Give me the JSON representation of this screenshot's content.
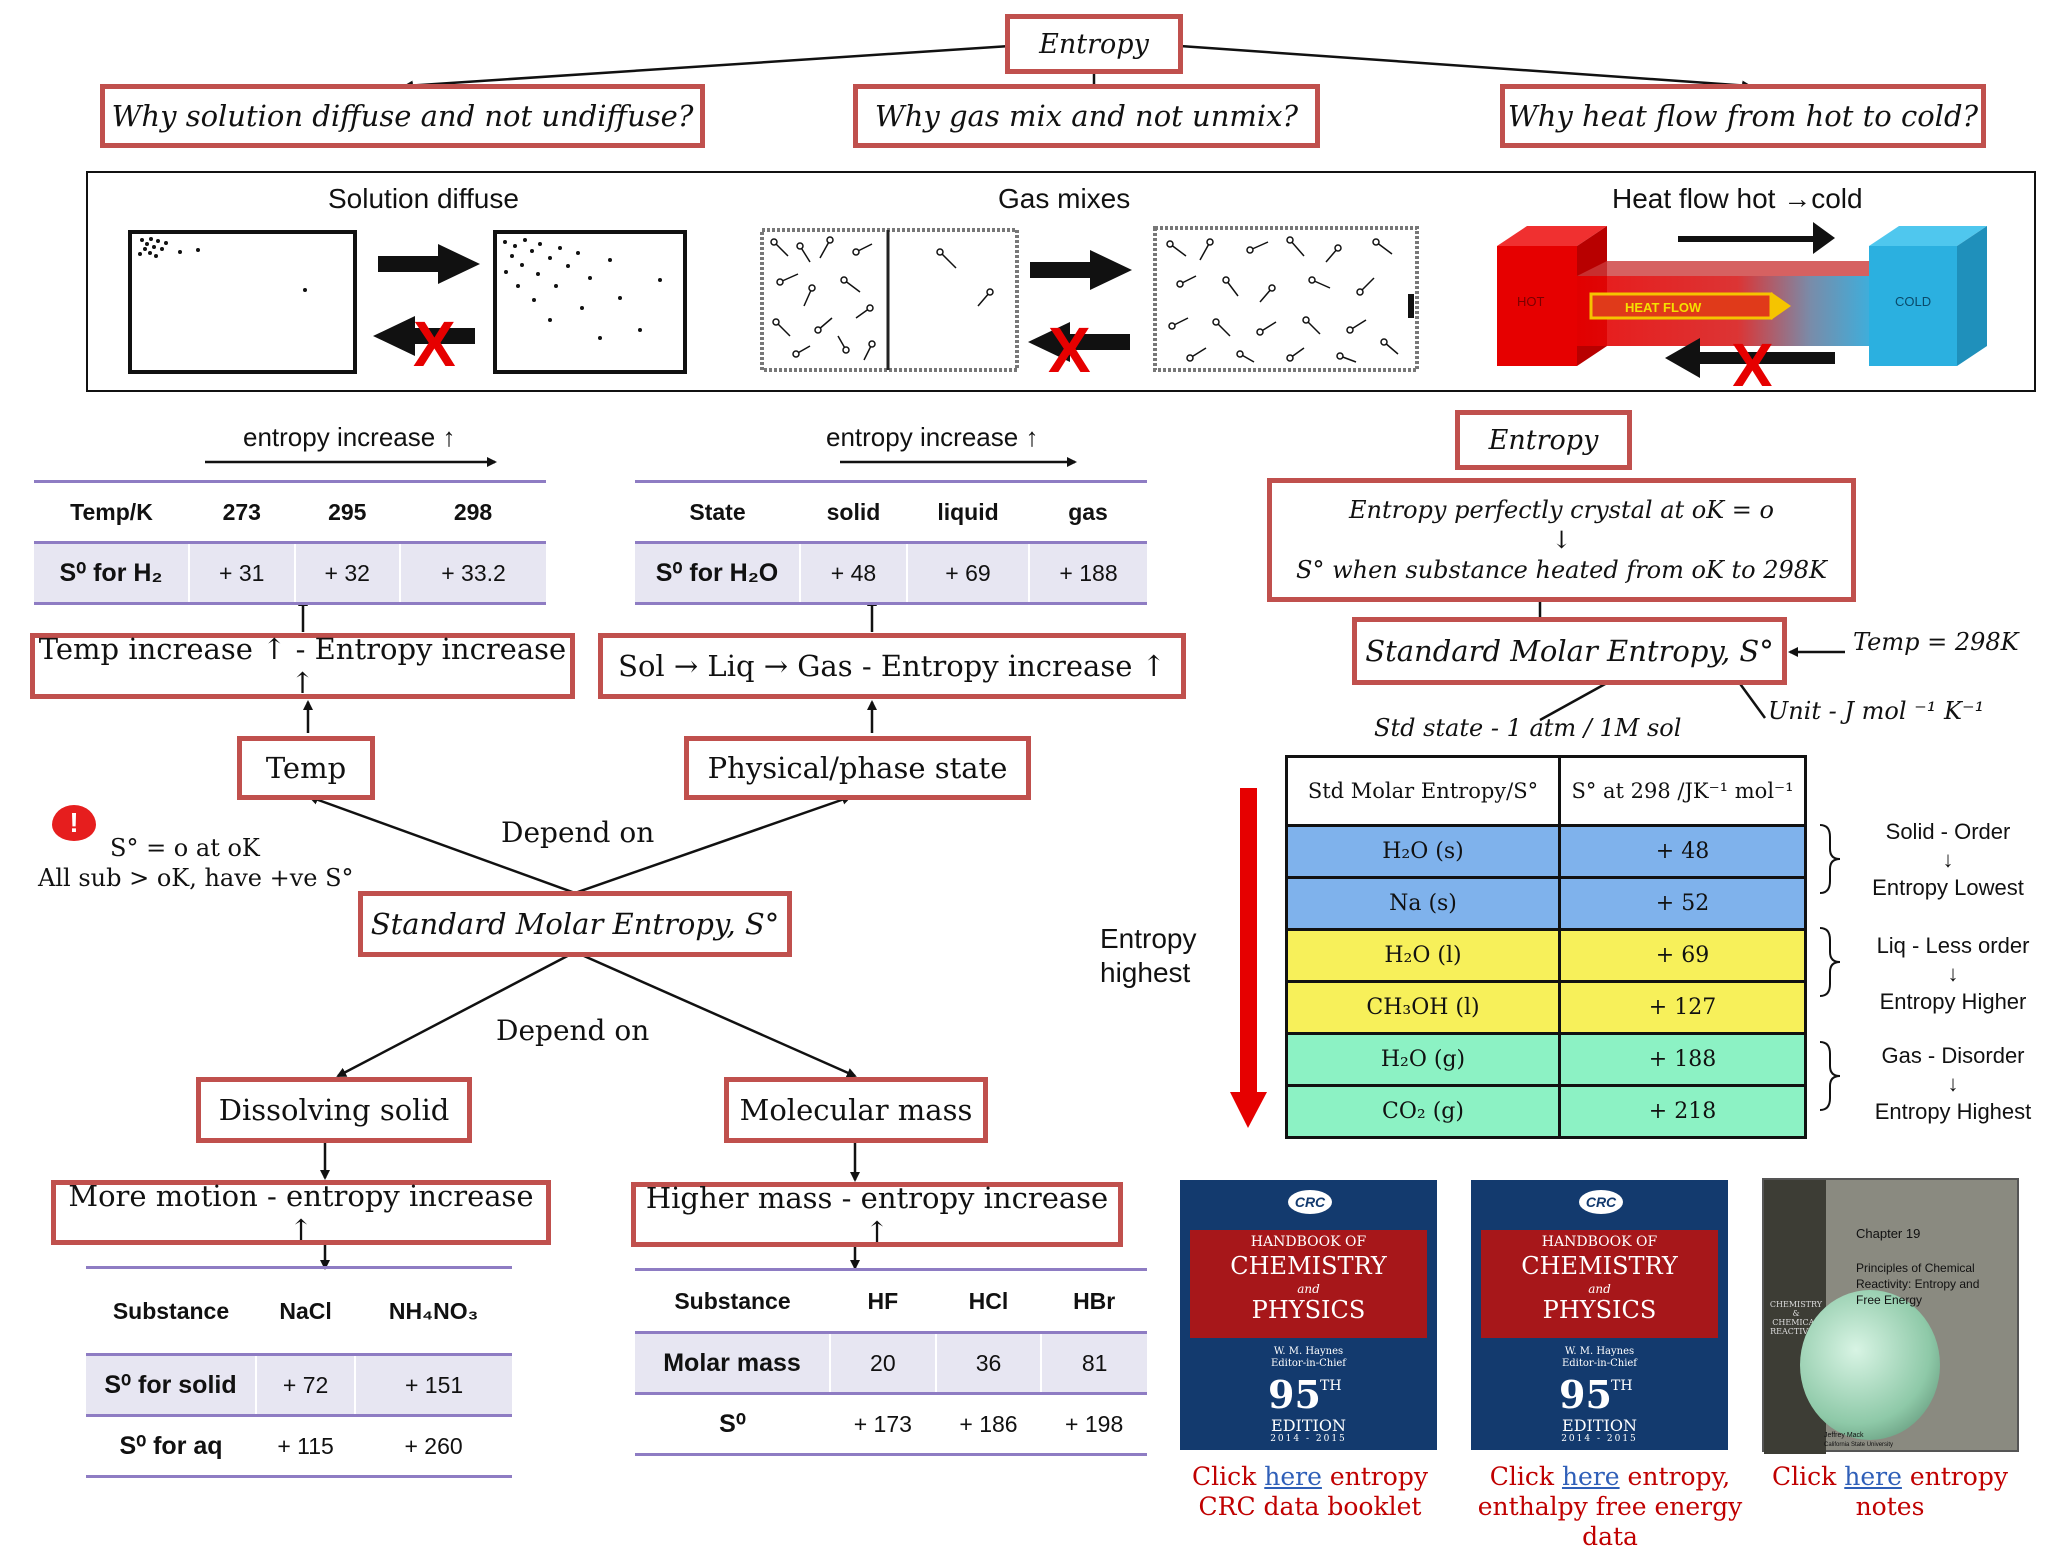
{
  "top": {
    "root": "Entropy",
    "questions": [
      "Why solution diffuse and not undiffuse?",
      "Why  gas mix and not unmix?",
      "Why  heat flow from hot to cold?"
    ]
  },
  "panels": {
    "solution": "Solution diffuse",
    "gas": "Gas mixes",
    "heat": "Heat flow hot →cold",
    "hot_label": "HOT",
    "heat_flow_label": "HEAT FLOW",
    "cold_label": "COLD",
    "cross": "X"
  },
  "temp_table": {
    "caption": "entropy increase ↑",
    "headers": [
      "Temp/K",
      "273",
      "295",
      "298"
    ],
    "row_label": "S⁰ for H₂",
    "values": [
      "+ 31",
      "+ 32",
      "+ 33.2"
    ]
  },
  "state_table": {
    "caption": "entropy increase ↑",
    "headers": [
      "State",
      "solid",
      "liquid",
      "gas"
    ],
    "row_label": "S⁰ for H₂O",
    "values": [
      "+ 48",
      "+ 69",
      "+ 188"
    ]
  },
  "concept": {
    "temp_increase": "Temp increase ↑ - Entropy increase ↑",
    "phase_increase": "Sol → Liq → Gas  - Entropy increase ↑",
    "temp": "Temp",
    "phase": "Physical/phase state",
    "depend_on_1": "Depend on",
    "depend_on_2": "Depend on",
    "center": "Standard Molar Entropy, S°",
    "dissolving": "Dissolving solid",
    "molecular": "Molecular mass",
    "more_motion": "More motion - entropy increase ↑",
    "higher_mass": "Higher mass - entropy increase ↑",
    "warning_line1": "S° = o at oK",
    "warning_line2": "All sub > oK, have +ve S°",
    "warning_mark": "!"
  },
  "solid_table": {
    "headers": [
      "Substance",
      "NaCl",
      "NH₄NO₃"
    ],
    "rows": [
      {
        "label": "S⁰ for solid",
        "values": [
          "+ 72",
          "+ 151"
        ]
      },
      {
        "label": "S⁰ for aq",
        "values": [
          "+ 115",
          "+ 260"
        ]
      }
    ]
  },
  "mass_table": {
    "headers": [
      "Substance",
      "HF",
      "HCl",
      "HBr"
    ],
    "rows": [
      {
        "label": "Molar mass",
        "values": [
          "20",
          "36",
          "81"
        ]
      },
      {
        "label": "S⁰",
        "values": [
          "+ 173",
          "+ 186",
          "+ 198"
        ]
      }
    ]
  },
  "right": {
    "entropy_title": "Entropy",
    "crystal_line1": "Entropy perfectly crystal at oK = o",
    "crystal_arrow": "↓",
    "crystal_line2": "S° when substance  heated from oK to  298K",
    "std_molar": "Standard Molar Entropy, S°",
    "temp_note": "Temp = 298K",
    "unit_note": "Unit - J mol ⁻¹ K⁻¹",
    "std_state": "Std state -  1 atm / 1M sol",
    "entropy_highest": "Entropy\nhighest"
  },
  "entropy_table": {
    "headers": [
      "Std Molar Entropy/S°",
      "S° at 298 /JK⁻¹ mol⁻¹"
    ],
    "rows": [
      {
        "substance": "H₂O (s)",
        "value": "+ 48",
        "color": "#7fb2ec"
      },
      {
        "substance": "Na (s)",
        "value": "+ 52",
        "color": "#7fb2ec"
      },
      {
        "substance": "H₂O (l)",
        "value": "+ 69",
        "color": "#f7f05a"
      },
      {
        "substance": "CH₃OH (l)",
        "value": "+ 127",
        "color": "#f7f05a"
      },
      {
        "substance": "H₂O (g)",
        "value": "+ 188",
        "color": "#8cf2c4"
      },
      {
        "substance": "CO₂ (g)",
        "value": "+ 218",
        "color": "#8cf2c4"
      }
    ],
    "groups": [
      {
        "top": "Solid  - Order",
        "arrow": "↓",
        "bottom": "Entropy  Lowest"
      },
      {
        "top": "Liq  - Less order",
        "arrow": "↓",
        "bottom": "Entropy  Higher"
      },
      {
        "top": "Gas  - Disorder",
        "arrow": "↓",
        "bottom": "Entropy  Highest"
      }
    ]
  },
  "books": {
    "crc_badge": "CRC",
    "handbook": "HANDBOOK OF",
    "chemistry": "CHEMISTRY",
    "and": "and",
    "physics": "PHYSICS",
    "editor": "W. M. Haynes",
    "editor_role": "Editor-in-Chief",
    "edition_num": "95",
    "edition_sup": "TH",
    "edition": "EDITION",
    "years": "2014 - 2015",
    "notes_chapter": "Chapter 19",
    "notes_title": "Principles of Chemical Reactivity: Entropy and Free Energy",
    "notes_spine": "CHEMISTRY & CHEMICAL REACTIVITY",
    "notes_author": "Jeffrey Mack",
    "notes_univ": "California State University"
  },
  "links": [
    {
      "pre": "Click ",
      "link": "here",
      "post": " entropy",
      "line2": "CRC data booklet"
    },
    {
      "pre": "Click ",
      "link": "here",
      "post": " entropy,",
      "line2": "enthalpy  free energy data"
    },
    {
      "pre": "Click ",
      "link": "here",
      "post": " entropy",
      "line2": "notes"
    }
  ]
}
